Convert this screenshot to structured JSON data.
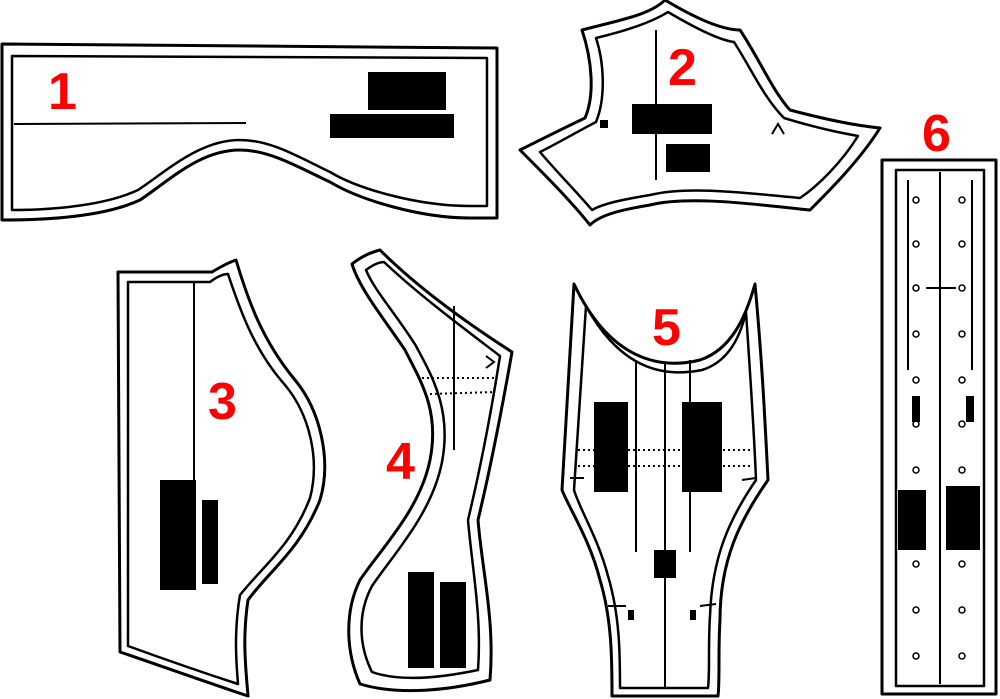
{
  "pieces": [
    {
      "id": "1",
      "number": "1"
    },
    {
      "id": "2",
      "number": "2"
    },
    {
      "id": "3",
      "number": "3"
    },
    {
      "id": "4",
      "number": "4"
    },
    {
      "id": "5",
      "number": "5"
    },
    {
      "id": "6",
      "number": "6"
    }
  ],
  "colors": {
    "number": "#ff0000",
    "line": "#000000",
    "background": "#ffffff"
  }
}
